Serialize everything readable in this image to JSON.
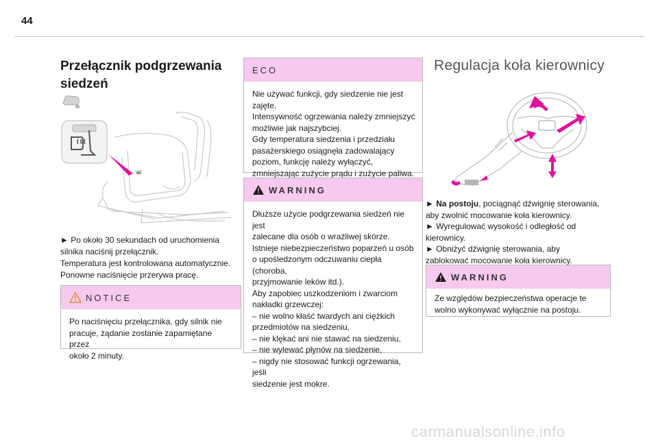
{
  "page": {
    "number": "44"
  },
  "seat_heating": {
    "title": "Przełącznik podgrzewania siedzeń",
    "instructions": [
      "► Po około 30 sekundach od uruchomienia",
      "silnika naciśnij przełącznik.",
      "Temperatura jest kontrolowana automatycznie.",
      "Ponowne naciśnięcie przerywa pracę."
    ],
    "notice": {
      "label": "NOTICE",
      "lines": [
        "Po naciśnięciu przełącznika, gdy silnik nie",
        "pracuje, żądanie zostanie zapamiętane przez",
        "około 2 minuty."
      ]
    }
  },
  "eco": {
    "label": "ECO",
    "lines": [
      "Nie używać funkcji, gdy siedzenie nie jest",
      "zajęte.",
      "Intensywność ogrzewania należy zmniejszyć",
      "możliwie jak najszybciej.",
      "Gdy temperatura siedzenia i przedziału",
      "pasażerskiego osiągnęła zadowalający",
      "poziom, funkcję należy wyłączyć,",
      "zmniejszając zużycie prądu i zużycie paliwa."
    ]
  },
  "warning_seat": {
    "label": "WARNING",
    "lines": [
      "Dłuższe użycie podgrzewania siedzeń nie jest",
      "zalecane dla osób o wrażliwej skórze.",
      "Istnieje niebezpieczeństwo poparzeń u osób",
      "o upośledzonym odczuwaniu ciepła (choroba,",
      "przyjmowanie leków itd.).",
      "Aby zapobiec uszkodzeniom i zwarciom",
      "nakładki grzewczej:",
      "–  nie wolno kłaść twardych ani ciężkich",
      "przedmiotów na siedzeniu,",
      "–  nie klękać ani nie stawać na siedzeniu,",
      "–  nie wylewać płynów na siedzenie,",
      "–  nigdy nie stosować funkcji ogrzewania, jeśli",
      "siedzenie jest mokre."
    ]
  },
  "steering": {
    "title": "Regulacja koła kierownicy",
    "step1_bold": "Na postoju",
    "step1_rest": ", pociągnąć dźwignię sterowania,",
    "lines": [
      "aby zwolnić mocowanie koła kierownicy.",
      "► Wyregulować wysokość i odległość od",
      "kierownicy.",
      "► Obniżyć dźwignię sterowania, aby",
      "zablokować mocowanie koła kierownicy."
    ],
    "warning": {
      "label": "WARNING",
      "lines": [
        "Ze względów bezpieczeństwa operacje te",
        "wolno wykonywać wyłącznie na postoju."
      ]
    }
  },
  "watermark": "carmanualsonline.info",
  "colors": {
    "box_header": "#f7c9ef",
    "arrow": "#e2119e"
  },
  "icons": [
    "seat-icon",
    "heated-seat-icon",
    "warning-triangle-icon",
    "wheel-arrow-icon"
  ]
}
